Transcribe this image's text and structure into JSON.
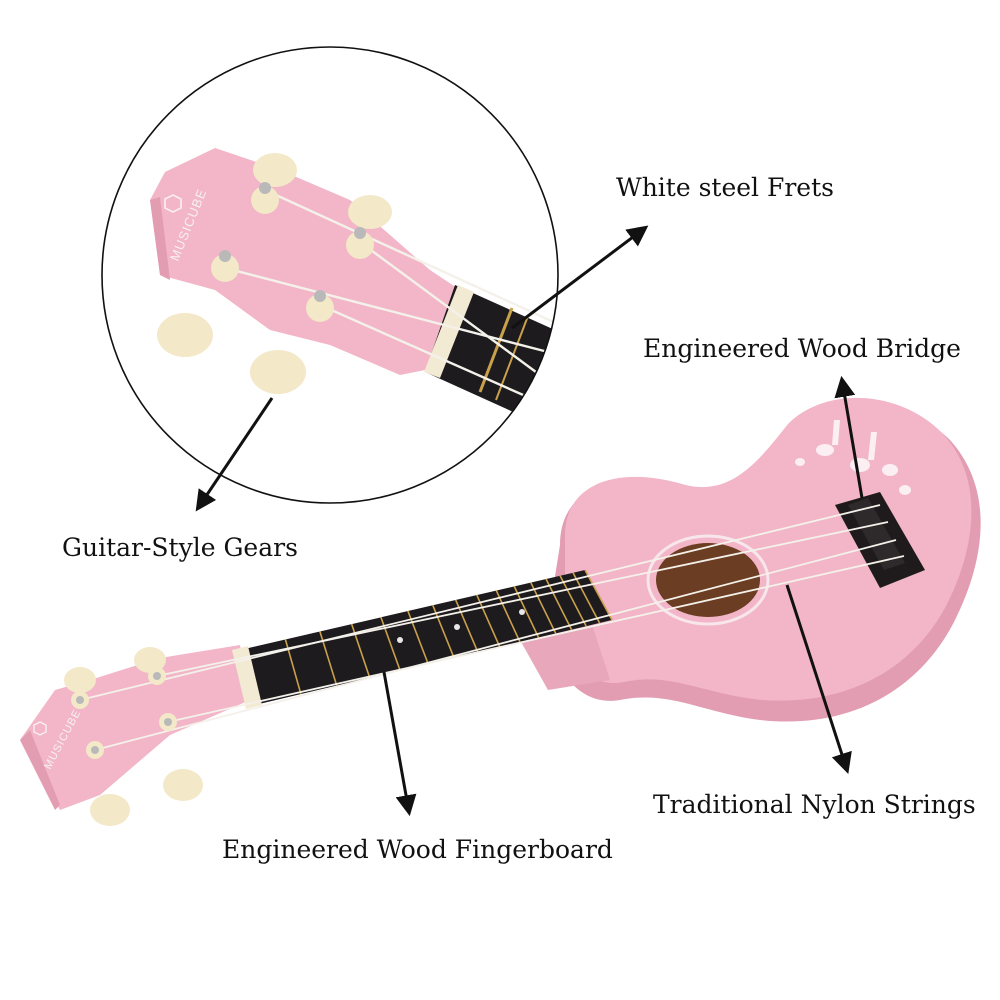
{
  "callouts": {
    "frets": "White steel Frets",
    "bridge": "Engineered Wood Bridge",
    "gears": "Guitar-Style Gears",
    "fingerboard": "Engineered Wood Fingerboard",
    "strings": "Traditional Nylon Strings"
  },
  "brand": "MUSICUBE",
  "colors": {
    "body_pink": "#f2b6c8",
    "body_shadow": "#e39db3",
    "fingerboard": "#1e1b1f",
    "soundhole": "#6b3d22",
    "fret": "#c9a14a",
    "tuner_button": "#f3e8c8",
    "peg_metal": "#b9b9b9",
    "string": "#f4f1ea",
    "outline": "#111111"
  },
  "icons": [
    "arrow-icon",
    "magnifier-circle-icon",
    "cube-logo-icon"
  ]
}
